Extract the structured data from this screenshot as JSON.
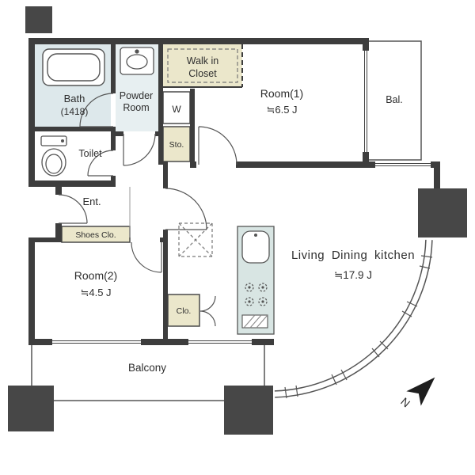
{
  "floorplan": {
    "rooms": {
      "bath": {
        "name": "Bath",
        "size": "(1418)"
      },
      "powder_room": {
        "line1": "Powder",
        "line2": "Room"
      },
      "walk_in_closet": {
        "line1": "Walk in",
        "line2": "Closet"
      },
      "washer": {
        "label": "W"
      },
      "storage": {
        "label": "Sto."
      },
      "toilet": {
        "label": "Toilet"
      },
      "entrance": {
        "label": "Ent."
      },
      "shoes_closet": {
        "label": "Shoes Clo."
      },
      "room1": {
        "name": "Room(1)",
        "size": "≒6.5 J"
      },
      "room2": {
        "name": "Room(2)",
        "size": "≒4.5 J"
      },
      "closet": {
        "label": "Clo."
      },
      "ldk": {
        "name": "Living Dining kitchen",
        "size": "≒17.9 J"
      },
      "balcony_top": {
        "label": "Bal."
      },
      "balcony_bottom": {
        "label": "Balcony"
      }
    },
    "compass": {
      "label": "N"
    },
    "colors": {
      "wall": "#3d3d3d",
      "pillar": "#474747",
      "bath_fill": "#dde8eb",
      "powder_fill": "#e7eff1",
      "closet_fill": "#ebe7cb",
      "kitchen_fill": "#d8e5e3",
      "line": "#555555",
      "text": "#2e2e2e"
    }
  }
}
